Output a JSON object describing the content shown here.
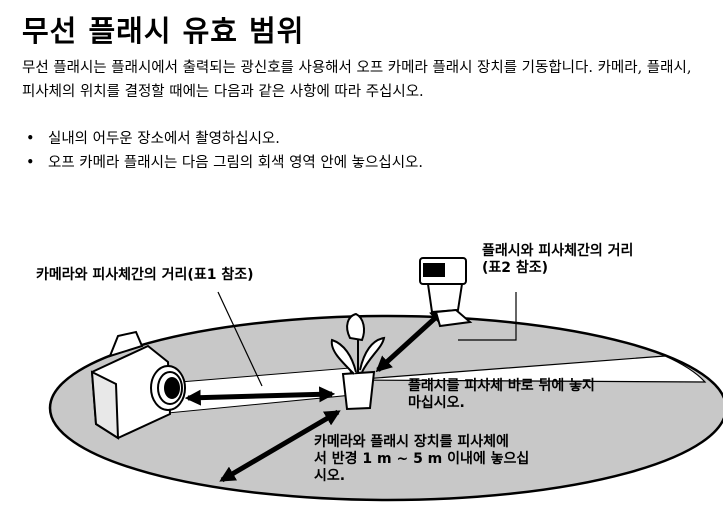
{
  "title": "무선 플래시 유효 범위",
  "intro": "무선 플래시는 플래시에서 출력되는 광신호를 사용해서 오프 카메라 플래시 장치를 기동합니다. 카메라, 플래시, 피사체의 위치를 결정할 때에는 다음과 같은 사항에 따라 주십시오.",
  "bullets": [
    "실내의 어두운 장소에서 촬영하십시오.",
    "오프 카메라 플래시는 다음 그림의 회색 영역 안에 놓으십시오."
  ],
  "diagram": {
    "label_camera_subject": "카메라와 피사체간의 거리(표1 참조)",
    "label_flash_subject": [
      "플래시와 피사체간의 거리",
      "(표2 참조)"
    ],
    "label_not_behind": [
      "플래시를 피사체 바로 뒤에 놓지",
      "마십시오."
    ],
    "label_range": [
      "카메라와 플래시 장치를 피사체에",
      "서 반경 1 m ~ 5 m 이내에 놓으십",
      "시오."
    ],
    "colors": {
      "range_area": "#c8c8c8",
      "excluded_area": "#ffffff",
      "outline": "#000000"
    },
    "icons": [
      "camera-icon",
      "flash-unit-icon",
      "potted-plant-icon"
    ]
  }
}
